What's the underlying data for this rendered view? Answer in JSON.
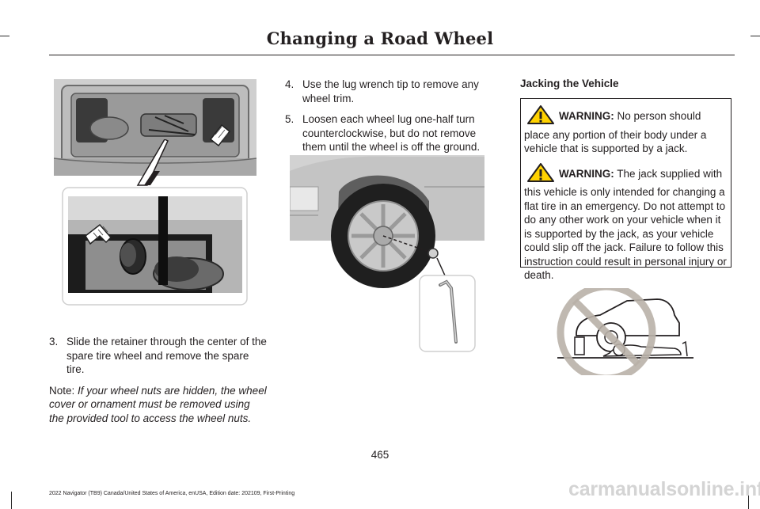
{
  "header": {
    "title": "Changing a Road Wheel"
  },
  "left_column": {
    "step3_num": "3.",
    "step3_text": "Slide the retainer through the center of the spare tire wheel and remove the spare tire.",
    "note_label": "Note:",
    "note_text": "If your wheel nuts are hidden, the wheel cover or ornament must be removed using the provided tool to access the wheel nuts."
  },
  "middle_column": {
    "step4_num": "4.",
    "step4_text": "Use the lug wrench tip to remove any wheel trim.",
    "step5_num": "5.",
    "step5_text": "Loosen each wheel lug one-half turn counterclockwise, but do not remove them until the wheel is off the ground."
  },
  "right_column": {
    "section_title": "Jacking the Vehicle",
    "warning1_label": "WARNING:",
    "warning1_text": "No person should place any portion of their body under a vehicle that is supported by a jack.",
    "warning2_label": "WARNING:",
    "warning2_text": "The jack supplied with this vehicle is only intended for changing a flat tire in an emergency. Do not attempt to do any other work on your vehicle when it is supported by the jack, as your vehicle could slip off the jack. Failure to follow this instruction could result in personal injury or death."
  },
  "page_number": "465",
  "footer": "2022 Navigator (TB9) Canada/United States of America, enUSA, Edition date: 202109, First-Printing",
  "watermark": "carmanualsonline.info",
  "colors": {
    "text": "#231f20",
    "warning_yellow": "#ffd200",
    "prohibition": "#b9b1a8",
    "watermark": "#d4d4d4"
  }
}
